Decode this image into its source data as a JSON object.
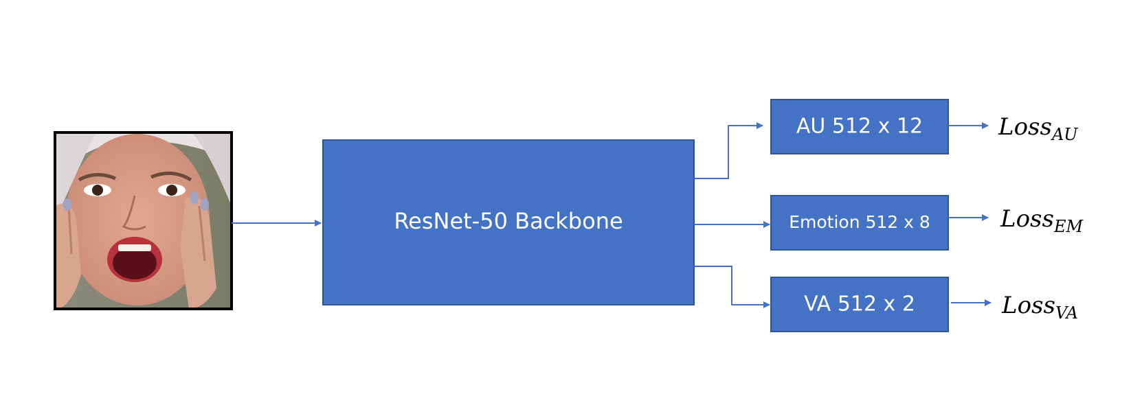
{
  "colors": {
    "box_fill": "#4472C4",
    "box_stroke": "#2F5597",
    "arrow": "#4472C4",
    "image_border": "#000000"
  },
  "input_image": {
    "icon": "face-photo-icon"
  },
  "backbone": {
    "label": "ResNet-50 Backbone"
  },
  "heads": [
    {
      "label": "AU 512 x 12",
      "loss_main": "Loss",
      "loss_sub": "AU"
    },
    {
      "label": "Emotion 512 x 8",
      "loss_main": "Loss",
      "loss_sub": "EM"
    },
    {
      "label": "VA 512 x 2",
      "loss_main": "Loss",
      "loss_sub": "VA"
    }
  ]
}
